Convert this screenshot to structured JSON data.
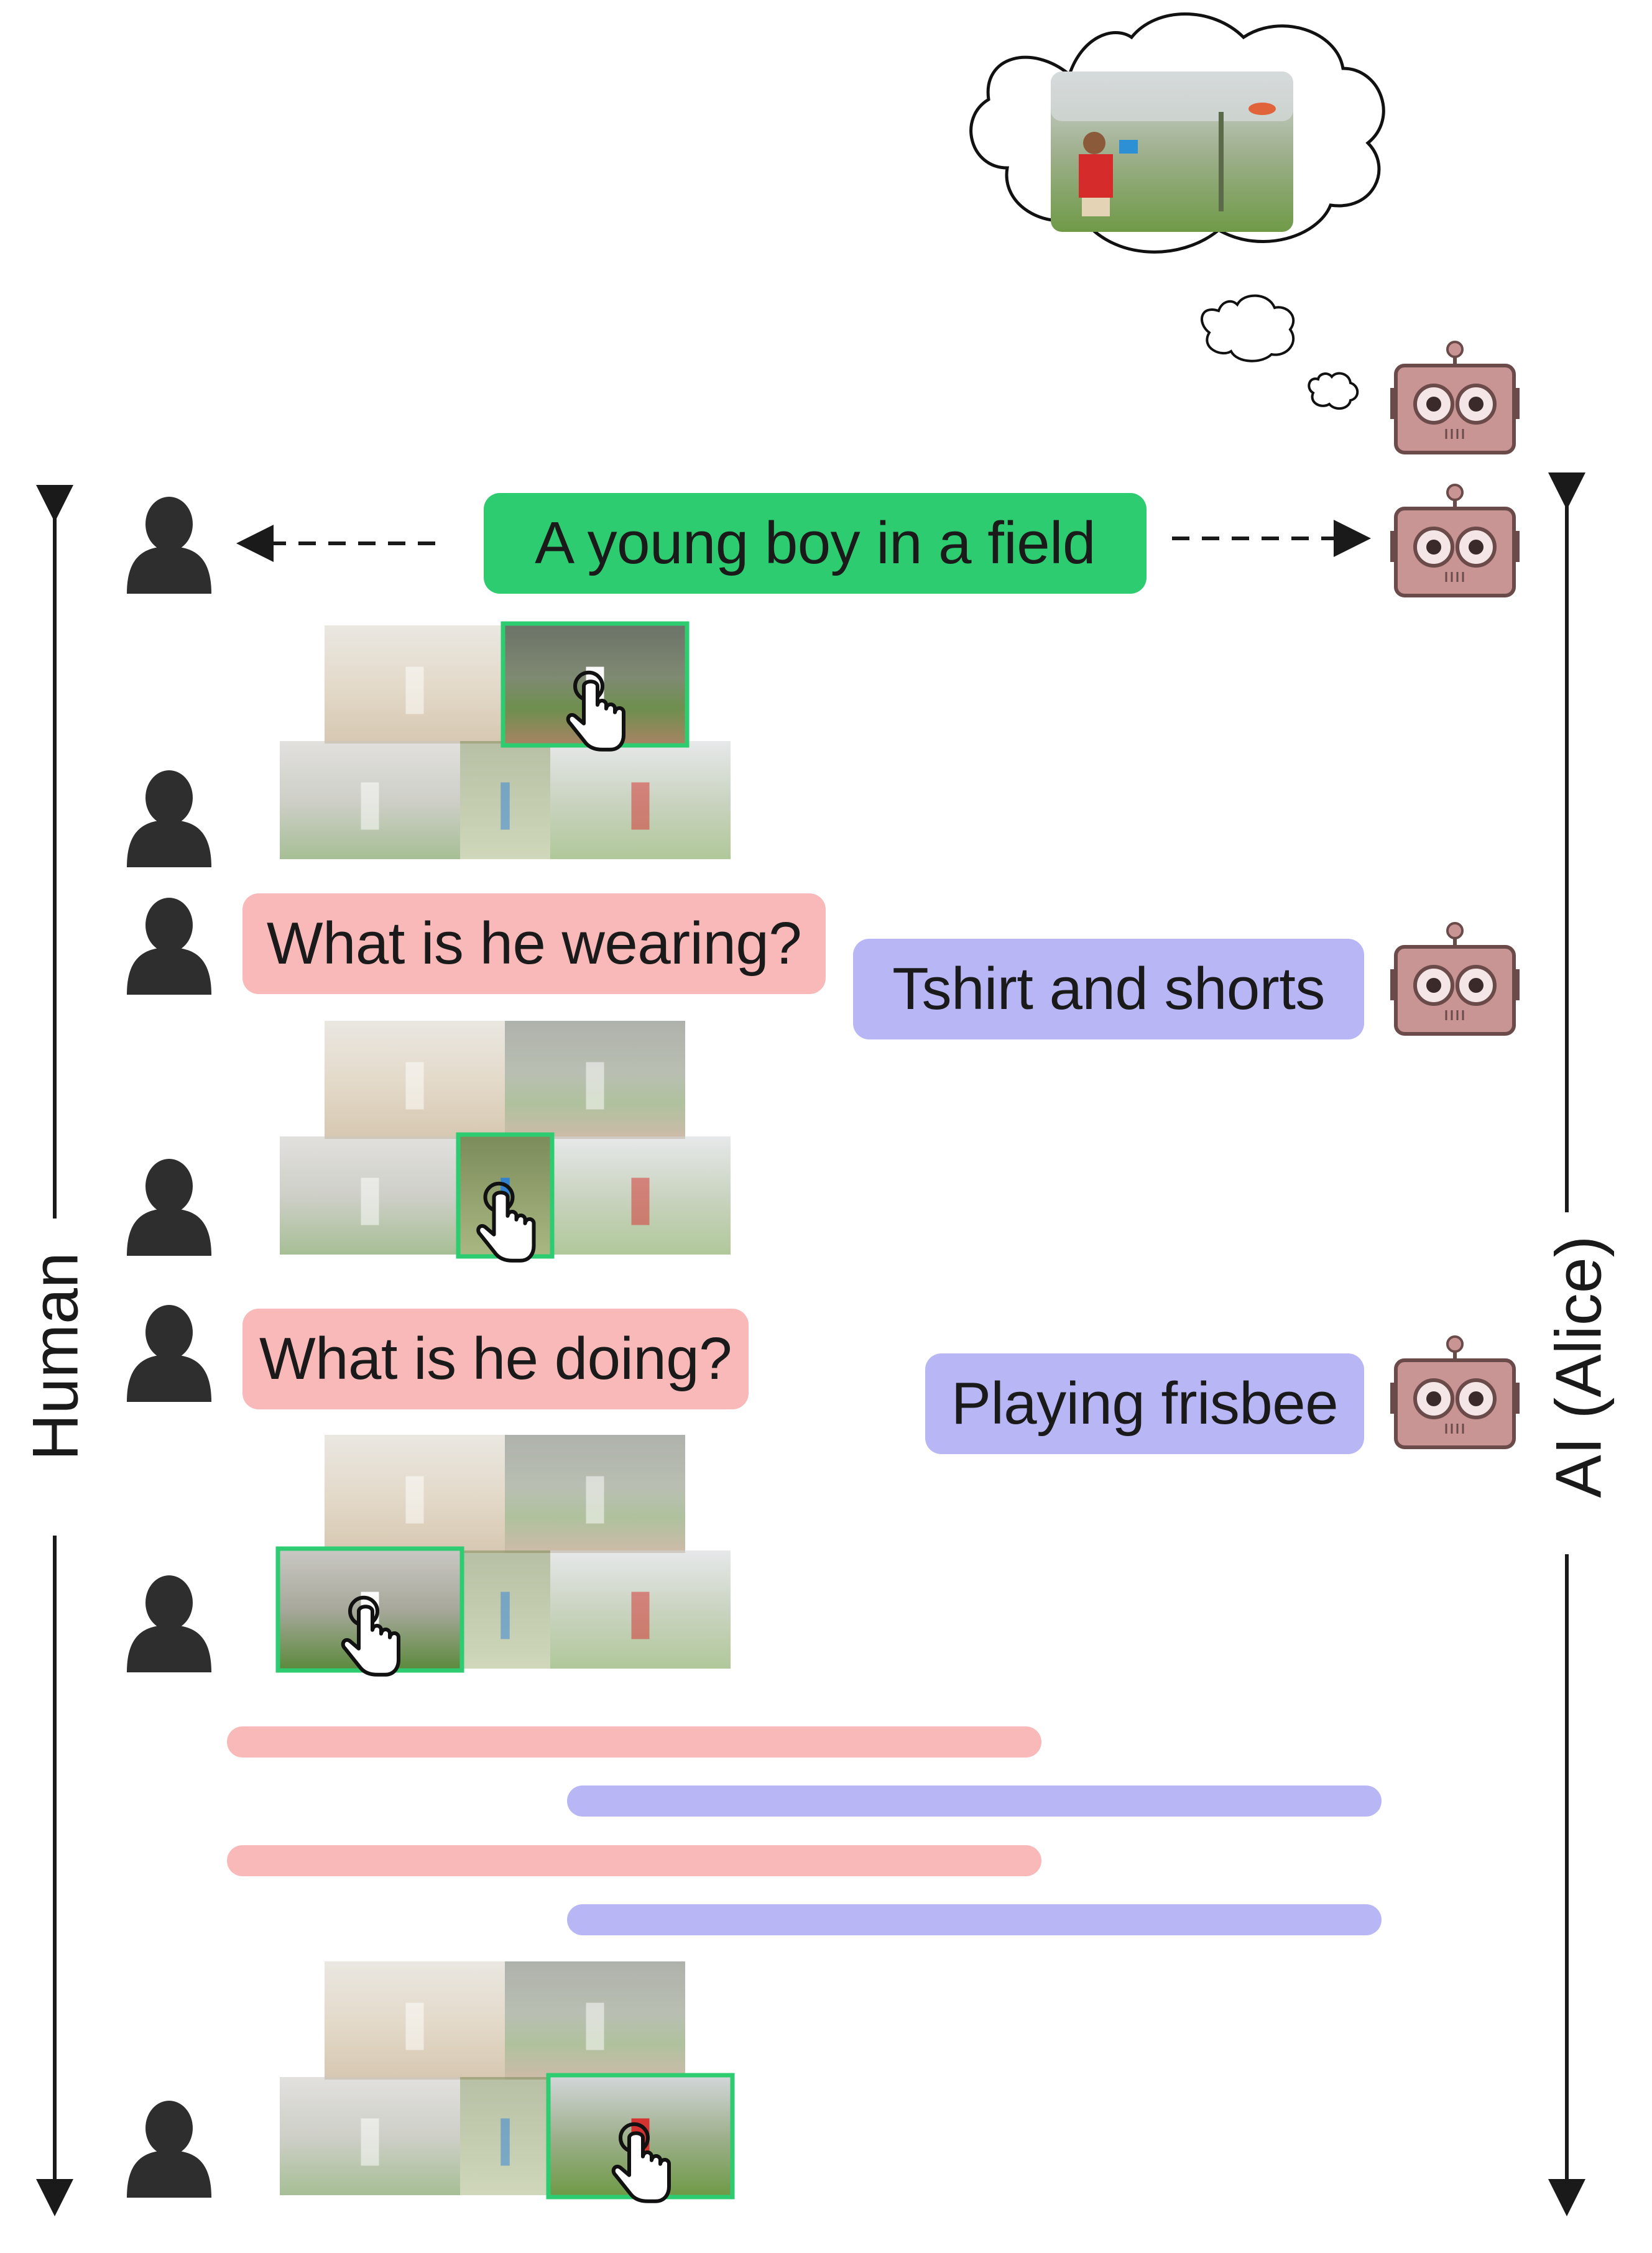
{
  "axes": {
    "left_label": "Human",
    "right_label": "AI (Alice)"
  },
  "caption": "A young boy in a field",
  "dialog": [
    {
      "question": "What is he wearing?",
      "answer": "Tshirt and shorts"
    },
    {
      "question": "What is he doing?",
      "answer": "Playing frisbee"
    }
  ],
  "colors": {
    "caption_bg": "#2ecc71",
    "question_bg": "#f9b9b9",
    "answer_bg": "#b9b6f6",
    "selection_border": "#2ecc71",
    "human_icon": "#2e2e2e",
    "robot_body": "#c99494",
    "robot_stroke": "#6b4a4a"
  },
  "icons": {
    "human": "person-silhouette-icon",
    "robot": "robot-head-icon",
    "pointer": "hand-pointer-icon",
    "thought": "thought-cloud-icon"
  }
}
